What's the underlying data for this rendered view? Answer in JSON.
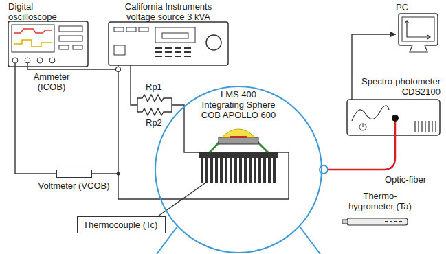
{
  "diagram": {
    "nodes": [
      {
        "text": [
          "Digital oscilloscope"
        ]
      },
      {
        "text": [
          "California Instruments voltage source 3 kVA"
        ]
      },
      {
        "text": [
          "PC"
        ]
      },
      {
        "text": [
          "Spectro-photometer CDS2100"
        ]
      },
      {
        "text": [
          "LMS 400 Integrating Sphere",
          "COB APOLLO 600"
        ]
      },
      {
        "text": [
          "Voltmeter (VCOB)"
        ]
      },
      {
        "text": [
          "Thermocouple (Tc)"
        ]
      },
      {
        "text": [
          "Thermo-hygrometer (Ta)"
        ]
      }
    ],
    "edges": [
      {
        "from": 3,
        "to": 2,
        "arrow": "to"
      },
      {
        "from": 0,
        "to": 5,
        "arrow": "none"
      }
    ],
    "labels": [
      "Ammeter (ICOB)",
      "Rp1",
      "Rp2",
      "Optic-fiber"
    ]
  }
}
